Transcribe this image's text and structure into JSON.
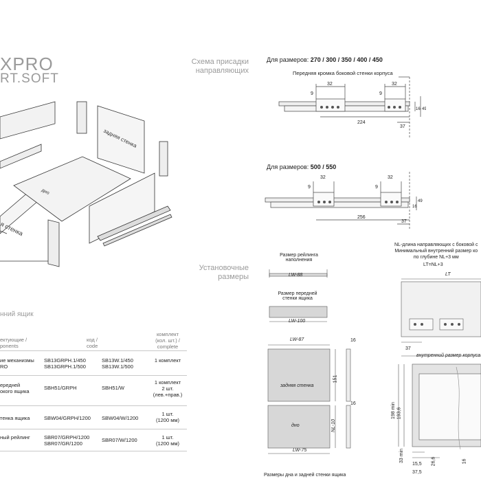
{
  "brand": {
    "line1": "XPRO",
    "line2": "RT.SOFT"
  },
  "left_titles": {
    "scheme": "Схема присадки\nнаправляющих",
    "install": "Установочные\nразмеры",
    "box": "нний ящик"
  },
  "explode_labels": {
    "back": "задняя стенка",
    "bottom": "дно",
    "side": "я стенка"
  },
  "table": {
    "headers": {
      "c1a": "ектующие /",
      "c1b": "ponents",
      "c2": "код /",
      "c2b": "code",
      "c4a": "комплект",
      "c4b": "(кол. шт.) /",
      "c4c": "complete"
    },
    "rows": [
      {
        "name": "ие механизмы\nRO",
        "code1": "SB13GRPH.1/450\nSB13GRPH.1/500",
        "code2": "SB13W.1/450\nSB13W.1/500",
        "qty": "1 комплект"
      },
      {
        "name": "ередней\nокого ящика",
        "code1": "SBH51/GRPH",
        "code2": "SBH51/W",
        "qty": "1 комплект\n2 шт.\n(лев.+прав.)"
      },
      {
        "name": "тенка ящика",
        "code1": "SBW04/GRPH/1200",
        "code2": "SBW04/W/1200",
        "qty": "1 шт.\n(1200 мм)"
      },
      {
        "name": "ный рейлинг\n",
        "code1": "SBR07/GRPH/1200\nSBR07/GR/1200",
        "code2": "SBR07/W/1200",
        "qty": "1 шт.\n(1200 мм)"
      }
    ]
  },
  "right": {
    "sizes1_prefix": "Для размеров:",
    "sizes1": "270 / 300 / 350 / 400 / 450",
    "front_edge": "Передняя кромка боковой стенки корпуса",
    "sizes2_prefix": "Для размеров:",
    "sizes2": "500 / 550",
    "dims1": {
      "d32": "32",
      "d9": "9",
      "d224": "224",
      "d37": "37",
      "d49": "49",
      "d16": "16"
    },
    "dims2": {
      "d32": "32",
      "d9": "9",
      "d256": "256",
      "d37": "37",
      "d49": "49",
      "d16": "16"
    },
    "railing_title": "Размер рейлинга\nнаполнения",
    "railing_dim": "LW-88",
    "front_wall_title": "Размер передней\nстенки ящика",
    "front_wall_dim": "LW-100",
    "back_wall_top": "LW-87",
    "back_wall_label": "задняя стенка",
    "back_wall_height": "151",
    "thick16a": "16",
    "thick16b": "16",
    "bottom_label": "дно",
    "bottom_side": "NL-10",
    "bottom_dim": "LW-75",
    "caption": "Размеры дна и задней стенки ящика",
    "nl_note": "NL-длина направляющих с боковой с\nМинимальный внутренний размер ко\nпо глубине NL+3 мм",
    "lt_eq": "LT=NL+3",
    "lt": "LT",
    "d37": "37",
    "inner_depth": "внутренний размер корпуса",
    "d198": "198 min",
    "d193": "193,6",
    "d33": "33 min",
    "d155": "15,5",
    "d375": "37,5",
    "d266": "26,6",
    "d16c": "16"
  }
}
